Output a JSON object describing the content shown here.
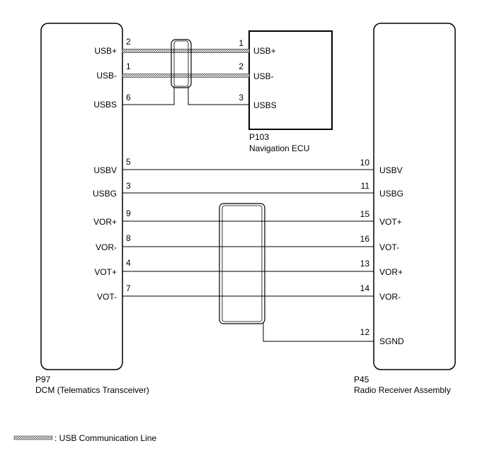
{
  "components": {
    "dcm": {
      "connector": "P97",
      "name": "DCM (Telematics Transceiver)",
      "pins": [
        {
          "num": "2",
          "label": "USB+"
        },
        {
          "num": "1",
          "label": "USB-"
        },
        {
          "num": "6",
          "label": "USBS"
        },
        {
          "num": "5",
          "label": "USBV"
        },
        {
          "num": "3",
          "label": "USBG"
        },
        {
          "num": "9",
          "label": "VOR+"
        },
        {
          "num": "8",
          "label": "VOR-"
        },
        {
          "num": "4",
          "label": "VOT+"
        },
        {
          "num": "7",
          "label": "VOT-"
        }
      ]
    },
    "nav": {
      "connector": "P103",
      "name": "Navigation ECU",
      "pins": [
        {
          "num": "1",
          "label": "USB+"
        },
        {
          "num": "2",
          "label": "USB-"
        },
        {
          "num": "3",
          "label": "USBS"
        }
      ]
    },
    "radio": {
      "connector": "P45",
      "name": "Radio Receiver Assembly",
      "pins": [
        {
          "num": "10",
          "label": "USBV"
        },
        {
          "num": "11",
          "label": "USBG"
        },
        {
          "num": "15",
          "label": "VOT+"
        },
        {
          "num": "16",
          "label": "VOT-"
        },
        {
          "num": "13",
          "label": "VOR+"
        },
        {
          "num": "14",
          "label": "VOR-"
        },
        {
          "num": "12",
          "label": "SGND"
        }
      ]
    }
  },
  "legend": {
    "text": ": USB Communication Line"
  }
}
